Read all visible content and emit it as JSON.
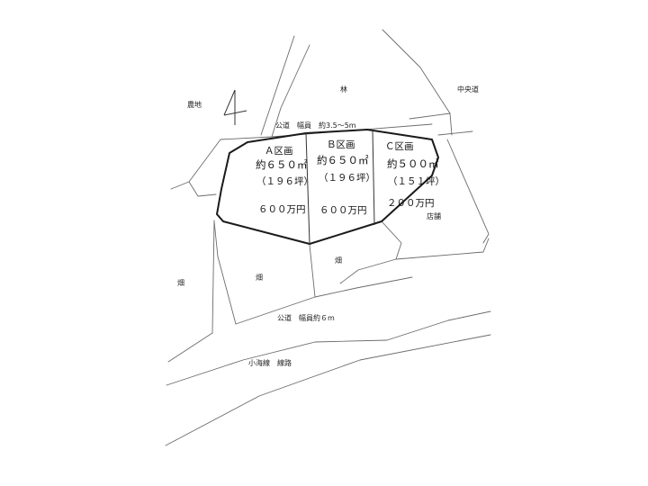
{
  "surroundings": {
    "farmland": "農地",
    "forest": "林",
    "central_road": "中央道",
    "field_left": "畑",
    "field_center_left": "畑",
    "field_center": "畑",
    "shop": "店舗",
    "north_road": "公道　幅員　約3.5〜5m",
    "south_road": "公道　幅員約６m",
    "railway": "小海線　線路"
  },
  "parcels": [
    {
      "name": "Ａ区画",
      "area": "約６５０㎡",
      "tsubo": "（１９６坪）",
      "price": "６００万円"
    },
    {
      "name": "Ｂ区画",
      "area": "約６５０㎡",
      "tsubo": "（１９６坪）",
      "price": "６００万円"
    },
    {
      "name": "Ｃ区画",
      "area": "約５００㎡",
      "tsubo": "（１５１坪）",
      "price": "２００万円"
    }
  ]
}
